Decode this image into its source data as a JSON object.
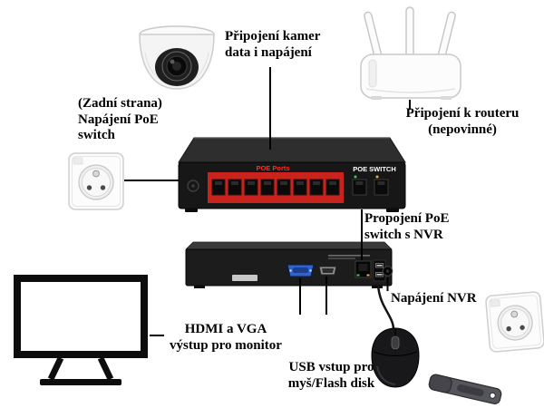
{
  "labels": {
    "camera_connection": "Připojení kamer\ndata i napájení",
    "poe_switch_power": "(Zadní strana)\nNapájení PoE\nswitch",
    "router_connection": "Připojení k routeru\n(nepovinné)",
    "switch_to_nvr": "Propojení PoE\nswitch s NVR",
    "monitor_output": "HDMI a VGA\nvýstup pro monitor",
    "nvr_power": "Napájení NVR",
    "usb_input": "USB vstup pro\nmyš/Flash disk"
  },
  "devices": {
    "poe_switch": {
      "ports_label": "POE Ports",
      "name_label": "POE SWITCH",
      "poe_port_count": 8,
      "uplink_port_count": 2
    }
  },
  "colors": {
    "poe_panel_red": "#c8231c",
    "poe_ports_text_red": "#ff2d1f",
    "device_black": "#171717",
    "vga_blue": "#2f63cf"
  }
}
